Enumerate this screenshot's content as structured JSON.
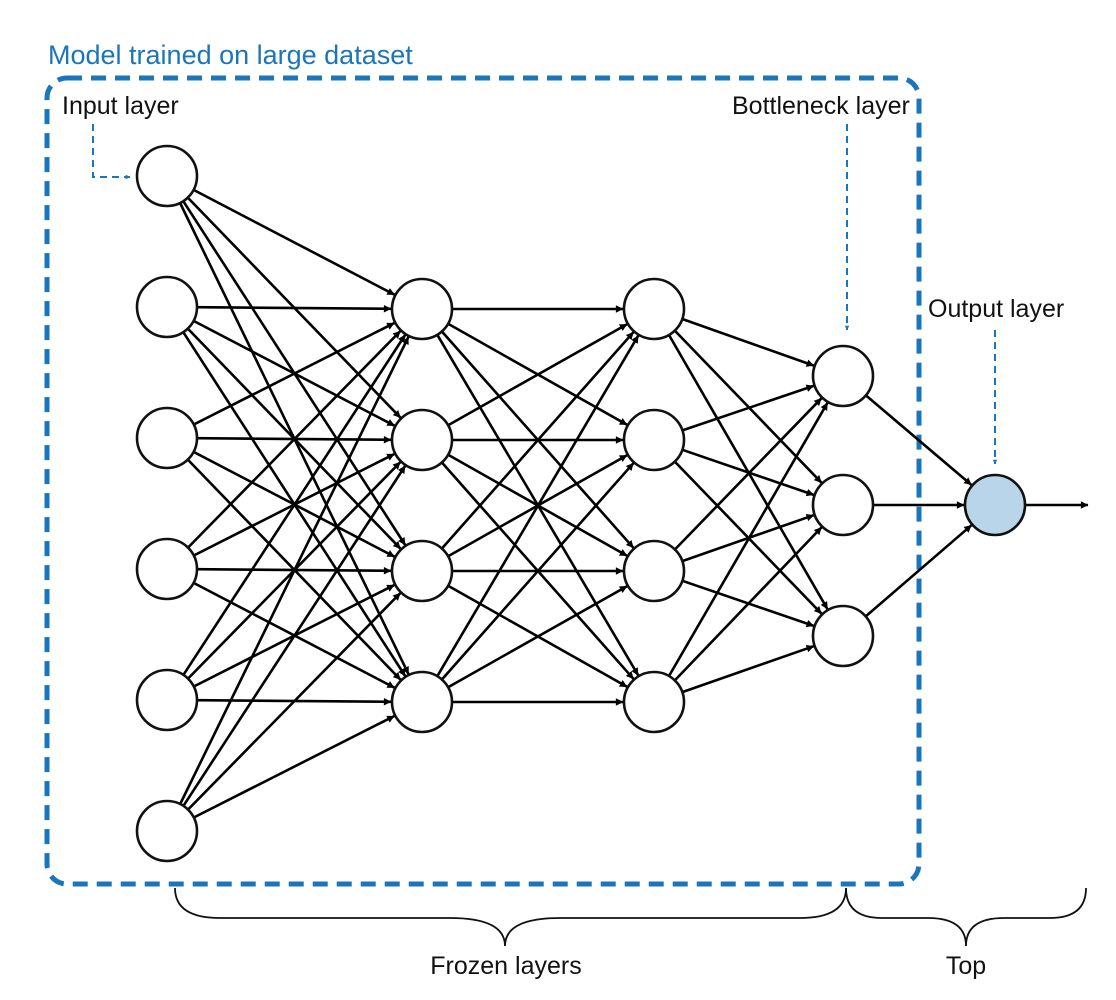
{
  "title": "Model trained on large dataset",
  "labels": {
    "input_layer": "Input layer",
    "bottleneck_layer": "Bottleneck layer",
    "output_layer": "Output layer",
    "frozen_layers": "Frozen layers",
    "top": "Top"
  },
  "colors": {
    "accent": "#1b75bb",
    "output_node_fill": "#b9d5ea",
    "node_fill": "#ffffff",
    "edge": "#000000"
  },
  "network": {
    "layers": [
      {
        "name": "input",
        "nodes": 6
      },
      {
        "name": "hidden-1",
        "nodes": 4
      },
      {
        "name": "hidden-2",
        "nodes": 4
      },
      {
        "name": "bottleneck",
        "nodes": 3
      },
      {
        "name": "output",
        "nodes": 1
      }
    ],
    "fully_connected": true,
    "output_arrow": true
  }
}
